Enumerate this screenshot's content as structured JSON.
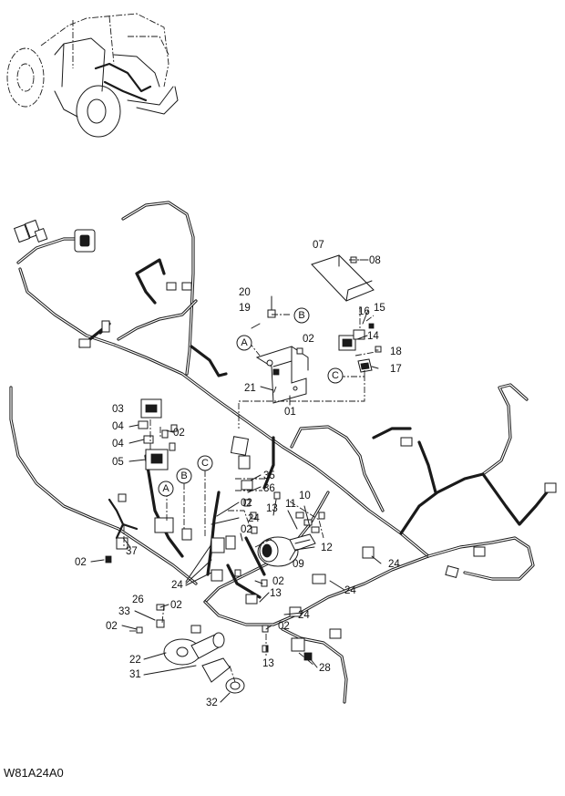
{
  "callouts": {
    "c01": "01",
    "c02": "02",
    "c03": "03",
    "c04": "04",
    "c05": "05",
    "c07": "07",
    "c08": "08",
    "c09": "09",
    "c10": "10",
    "c11": "11",
    "c12": "12",
    "c13": "13",
    "c14": "14",
    "c15": "15",
    "c16": "16",
    "c17": "17",
    "c18": "18",
    "c19": "19",
    "c20": "20",
    "c21": "21",
    "c22": "22",
    "c24": "24",
    "c26": "26",
    "c28": "28",
    "c31": "31",
    "c32": "32",
    "c33": "33",
    "c35": "35",
    "c36": "36",
    "c37": "37"
  },
  "bubbles": {
    "a": "A",
    "b": "B",
    "c": "C"
  },
  "figure_code": "W81A24A0"
}
